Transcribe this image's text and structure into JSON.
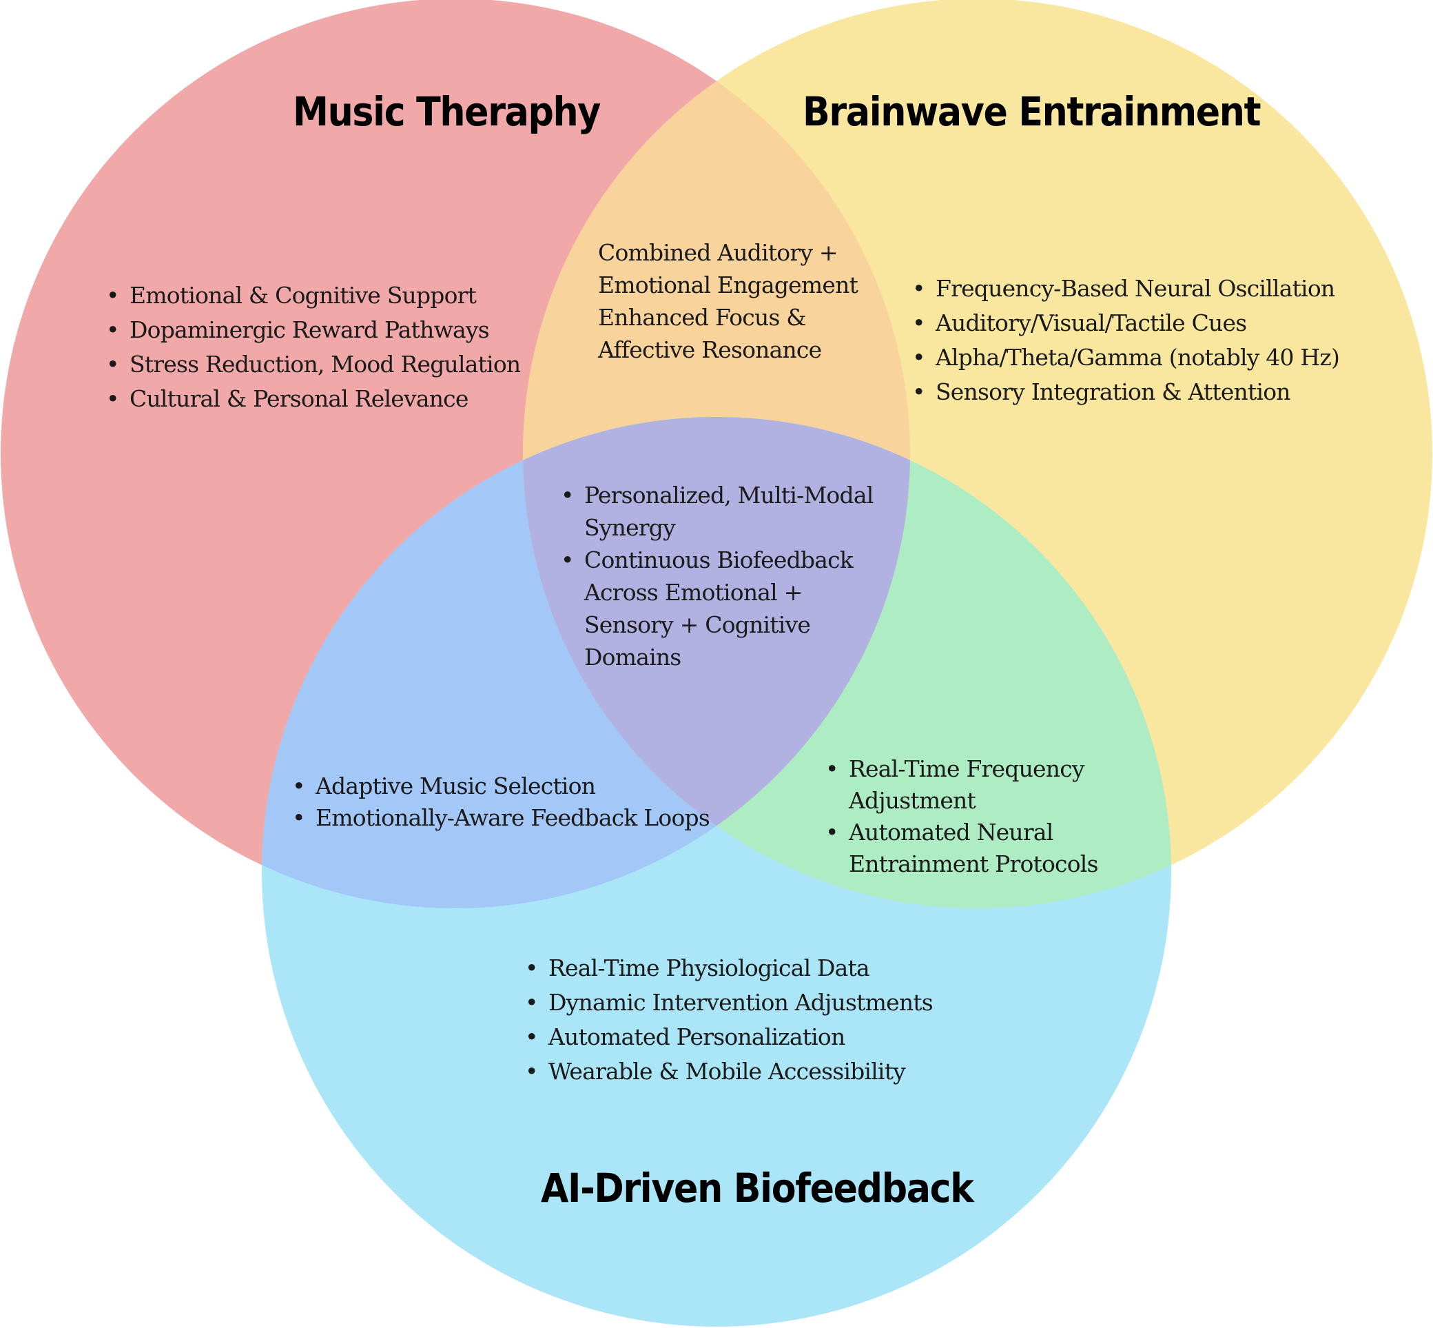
{
  "colors": {
    "music": "#f0a8a8",
    "brainwave": "#f9e79f",
    "ai": "#abe6f8",
    "music_brainwave": "#f8d49c",
    "music_ai": "#a3c8f8",
    "brainwave_ai": "#aeecc4",
    "center": "#b2b2e2"
  },
  "titles": {
    "music": "Music Theraphy",
    "brainwave": "Brainwave Entrainment",
    "ai": "AI-Driven Biofeedback"
  },
  "regions": {
    "music_only": [
      "Emotional & Cognitive Support",
      "Dopaminergic Reward Pathways",
      "Stress Reduction, Mood Regulation",
      "Cultural & Personal Relevance"
    ],
    "brainwave_only": [
      "Frequency-Based Neural Oscillation",
      "Auditory/Visual/Tactile Cues",
      "Alpha/Theta/Gamma (notably 40 Hz)",
      "Sensory Integration & Attention"
    ],
    "ai_only": [
      "Real-Time Physiological Data",
      "Dynamic Intervention Adjustments",
      "Automated Personalization",
      "Wearable & Mobile Accessibility"
    ],
    "music_brainwave": [
      "Combined Auditory +",
      "Emotional Engagement",
      "Enhanced Focus &",
      "Affective Resonance"
    ],
    "music_ai": [
      "Adaptive Music Selection",
      "Emotionally-Aware Feedback Loops"
    ],
    "brainwave_ai": [
      "Real-Time Frequency Adjustment",
      "Automated Neural Entrainment Protocols"
    ],
    "center": [
      "Personalized, Multi-Modal Synergy",
      "Continuous Biofeedback Across Emotional + Sensory + Cognitive Domains"
    ]
  }
}
